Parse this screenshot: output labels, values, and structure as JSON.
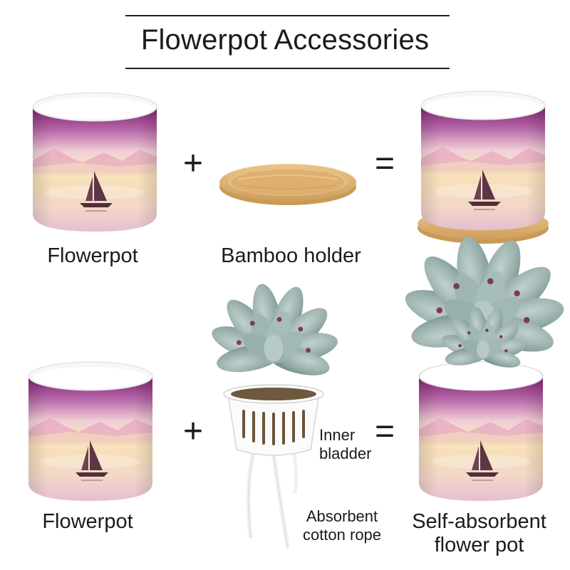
{
  "title": "Flowerpot Accessories",
  "operators": {
    "plus": "+",
    "equals": "="
  },
  "row1": {
    "item1_label": "Flowerpot",
    "item2_label": "Bamboo holder"
  },
  "row2": {
    "item1_label": "Flowerpot",
    "inner_label_line1": "Inner",
    "inner_label_line2": "bladder",
    "rope_label_line1": "Absorbent",
    "rope_label_line2": "cotton rope",
    "result_label_line1": "Self-absorbent",
    "result_label_line2": "flower pot"
  },
  "colors": {
    "pot_top": "#8c2a7f",
    "pot_mid": "#e7b9cf",
    "pot_sand": "#f7e2b8",
    "pot_bottom": "#e9c7d2",
    "bamboo": "#e2b878",
    "bamboo_edge": "#c99a55",
    "succulent": "#8fa7a4",
    "sail": "#5c3644"
  }
}
